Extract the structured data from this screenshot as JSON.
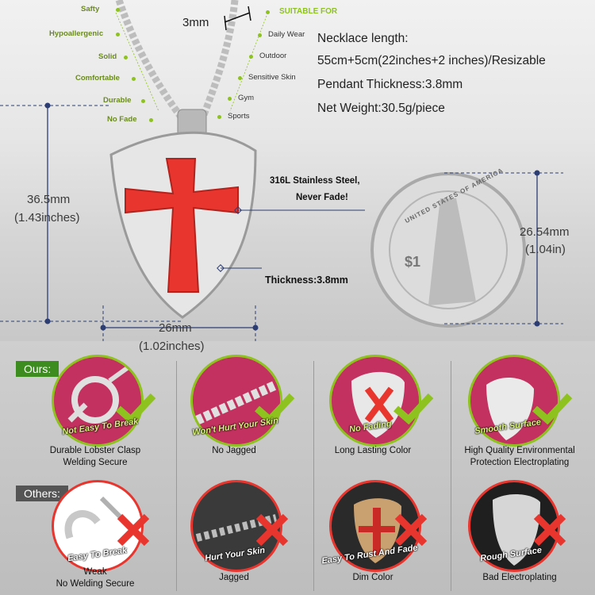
{
  "features": {
    "left": [
      "Safty",
      "Hypoallergenic",
      "Solid",
      "Comfortable",
      "Durable",
      "No Fade"
    ],
    "suitable_title": "SUITABLE FOR",
    "suitable": [
      "Daily Wear",
      "Outdoor",
      "Sensitive Skin",
      "Gym",
      "Sports"
    ]
  },
  "chain_thickness": "3mm",
  "specs": {
    "length_label": "Necklace length:",
    "length_value": "55cm+5cm(22inches+2 inches)/Resizable",
    "thickness": "Pendant Thickness:3.8mm",
    "weight": "Net Weight:30.5g/piece"
  },
  "dimensions": {
    "height_mm": "36.5mm",
    "height_in": "(1.43inches)",
    "width_mm": "26mm",
    "width_in": "(1.02inches)",
    "coin_mm": "26.54mm",
    "coin_in": "(1.04in)"
  },
  "callouts": {
    "steel": "316L Stainless Steel,",
    "never_fade": "Never Fade!",
    "thickness": "Thickness:3.8mm"
  },
  "coin": {
    "ring_text": "UNITED STATES OF AMERICA",
    "value": "$1"
  },
  "comparison": {
    "ours_label": "Ours:",
    "others_label": "Others:",
    "ours": [
      {
        "banner": "Not Easy To Break",
        "caption1": "Durable Lobster Clasp",
        "caption2": "Welding Secure"
      },
      {
        "banner": "Won't Hurt Your Skin",
        "caption1": "No Jagged",
        "caption2": ""
      },
      {
        "banner": "No Fading",
        "caption1": "Long Lasting Color",
        "caption2": ""
      },
      {
        "banner": "Smooth Surface",
        "caption1": "High Quality Environmental",
        "caption2": "Protection Electroplating"
      }
    ],
    "others": [
      {
        "banner": "Easy To Break",
        "caption1": "Weak",
        "caption2": "No Welding Secure"
      },
      {
        "banner": "Hurt Your Skin",
        "caption1": "Jagged",
        "caption2": ""
      },
      {
        "banner": "Easy To Rust And Fade",
        "caption1": "Dim Color",
        "caption2": ""
      },
      {
        "banner": "Rough Surface",
        "caption1": "Bad Electroplating",
        "caption2": ""
      }
    ]
  },
  "colors": {
    "green": "#8ec21f",
    "red": "#e8362f",
    "navy": "#2c3d73",
    "ours_badge": "#3d8c1f",
    "others_badge": "#555555"
  }
}
